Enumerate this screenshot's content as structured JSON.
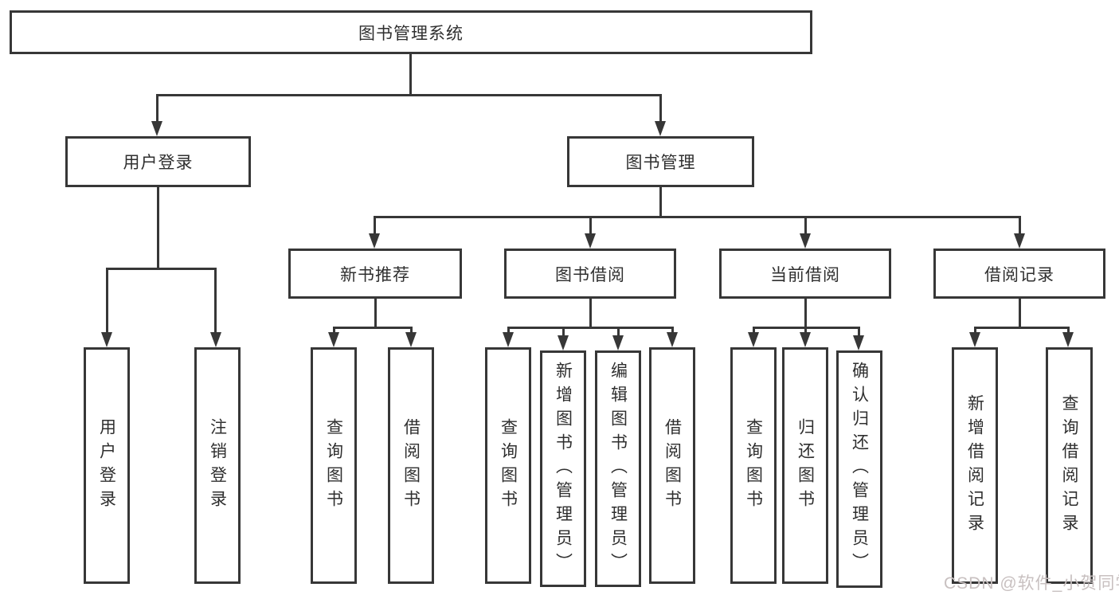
{
  "nodes": {
    "root": "图书管理系统",
    "branch_user": "用户登录",
    "branch_books": "图书管理",
    "user_leaves": [
      "用户登录",
      "注销登录"
    ],
    "groups": [
      {
        "label": "新书推荐",
        "leaves": [
          "查询图书",
          "借阅图书"
        ]
      },
      {
        "label": "图书借阅",
        "leaves": [
          "查询图书",
          "新增图书（管理员）",
          "编辑图书（管理员）",
          "借阅图书"
        ]
      },
      {
        "label": "当前借阅",
        "leaves": [
          "查询图书",
          "归还图书",
          "确认归还（管理员）"
        ]
      },
      {
        "label": "借阅记录",
        "leaves": [
          "新增借阅记录",
          "查询借阅记录"
        ]
      }
    ]
  },
  "watermark": "CSDN @软件_小贺同学",
  "colors": {
    "line": "#373737",
    "text": "#2f2f2f",
    "background": "#ffffff",
    "watermark": "#c8c0c0"
  }
}
